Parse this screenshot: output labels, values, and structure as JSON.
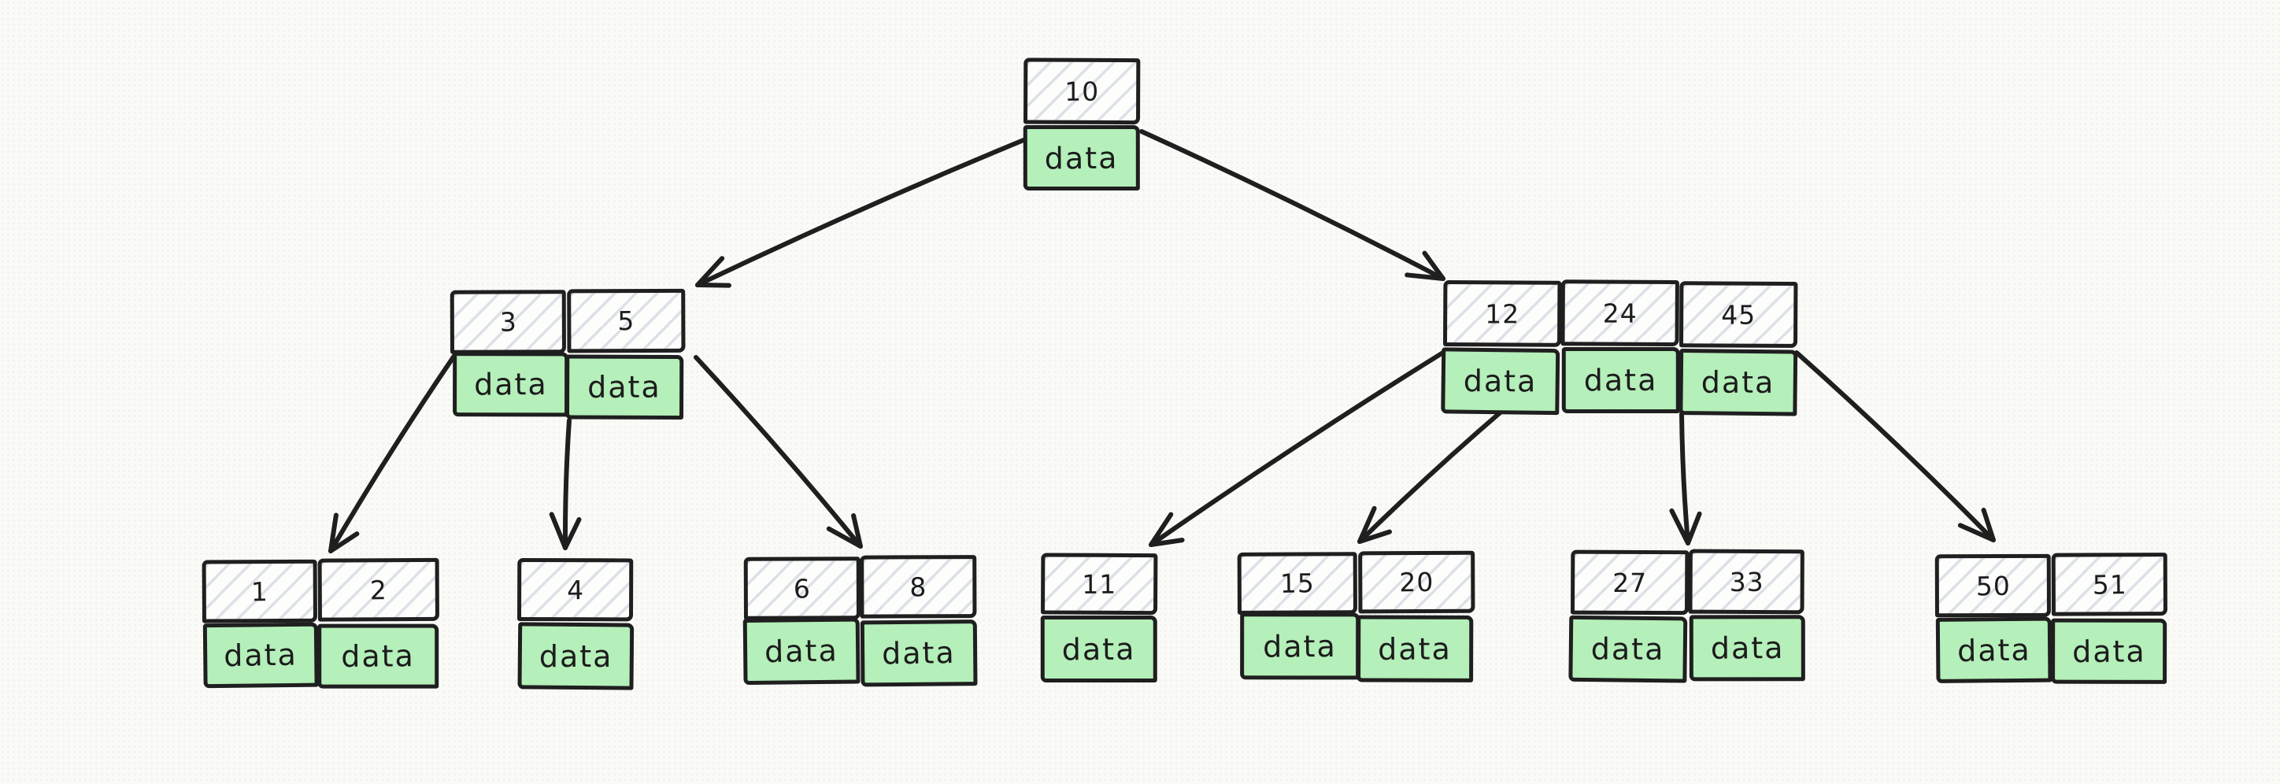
{
  "labels": {
    "data_cell": "data"
  },
  "tree": {
    "nodes": [
      {
        "id": "root",
        "level": 0,
        "keys": [
          "10"
        ]
      },
      {
        "id": "internal-left",
        "level": 1,
        "keys": [
          "3",
          "5"
        ]
      },
      {
        "id": "internal-right",
        "level": 1,
        "keys": [
          "12",
          "24",
          "45"
        ]
      },
      {
        "id": "leaf-1",
        "level": 2,
        "keys": [
          "1",
          "2"
        ]
      },
      {
        "id": "leaf-2",
        "level": 2,
        "keys": [
          "4"
        ]
      },
      {
        "id": "leaf-3",
        "level": 2,
        "keys": [
          "6",
          "8"
        ]
      },
      {
        "id": "leaf-4",
        "level": 2,
        "keys": [
          "11"
        ]
      },
      {
        "id": "leaf-5",
        "level": 2,
        "keys": [
          "15",
          "20"
        ]
      },
      {
        "id": "leaf-6",
        "level": 2,
        "keys": [
          "27",
          "33"
        ]
      },
      {
        "id": "leaf-7",
        "level": 2,
        "keys": [
          "50",
          "51"
        ]
      }
    ],
    "edges": [
      {
        "from": "root",
        "to": "internal-left"
      },
      {
        "from": "root",
        "to": "internal-right"
      },
      {
        "from": "internal-left",
        "to": "leaf-1"
      },
      {
        "from": "internal-left",
        "to": "leaf-2"
      },
      {
        "from": "internal-left",
        "to": "leaf-3"
      },
      {
        "from": "internal-right",
        "to": "leaf-4"
      },
      {
        "from": "internal-right",
        "to": "leaf-5"
      },
      {
        "from": "internal-right",
        "to": "leaf-6"
      },
      {
        "from": "internal-right",
        "to": "leaf-7"
      }
    ]
  },
  "colors": {
    "stroke": "#1f1f1f",
    "key_cell_fill": "#fdfdfc",
    "key_cell_hatch": "#94a6ba",
    "data_cell_fill": "#b5efba",
    "background": "#fafaf7",
    "text": "#1c1c1c"
  }
}
